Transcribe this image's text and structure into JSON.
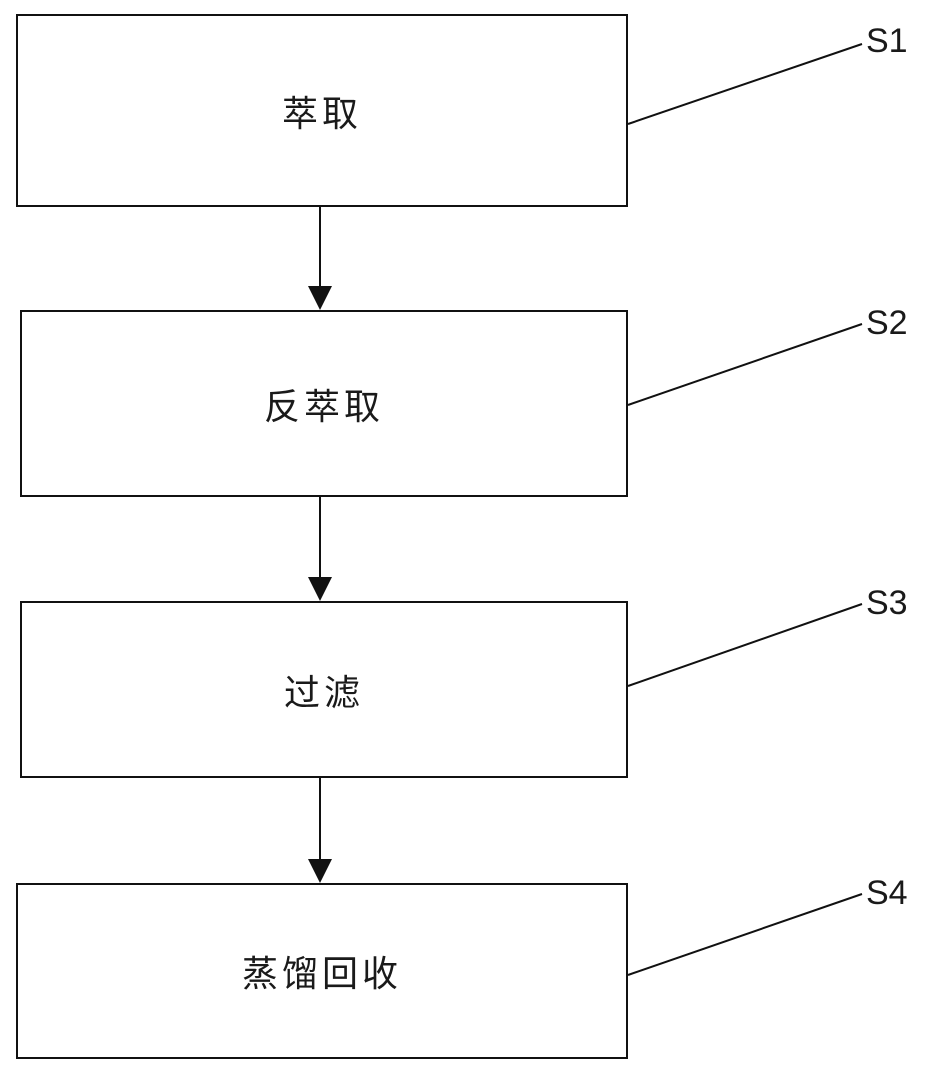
{
  "steps": [
    {
      "text": "萃取",
      "ref": "S1"
    },
    {
      "text": "反萃取",
      "ref": "S2"
    },
    {
      "text": "过滤",
      "ref": "S3"
    },
    {
      "text": "蒸馏回收",
      "ref": "S4"
    }
  ],
  "colors": {
    "stroke": "#111111",
    "text": "#1a1a1a",
    "background": "#ffffff"
  }
}
